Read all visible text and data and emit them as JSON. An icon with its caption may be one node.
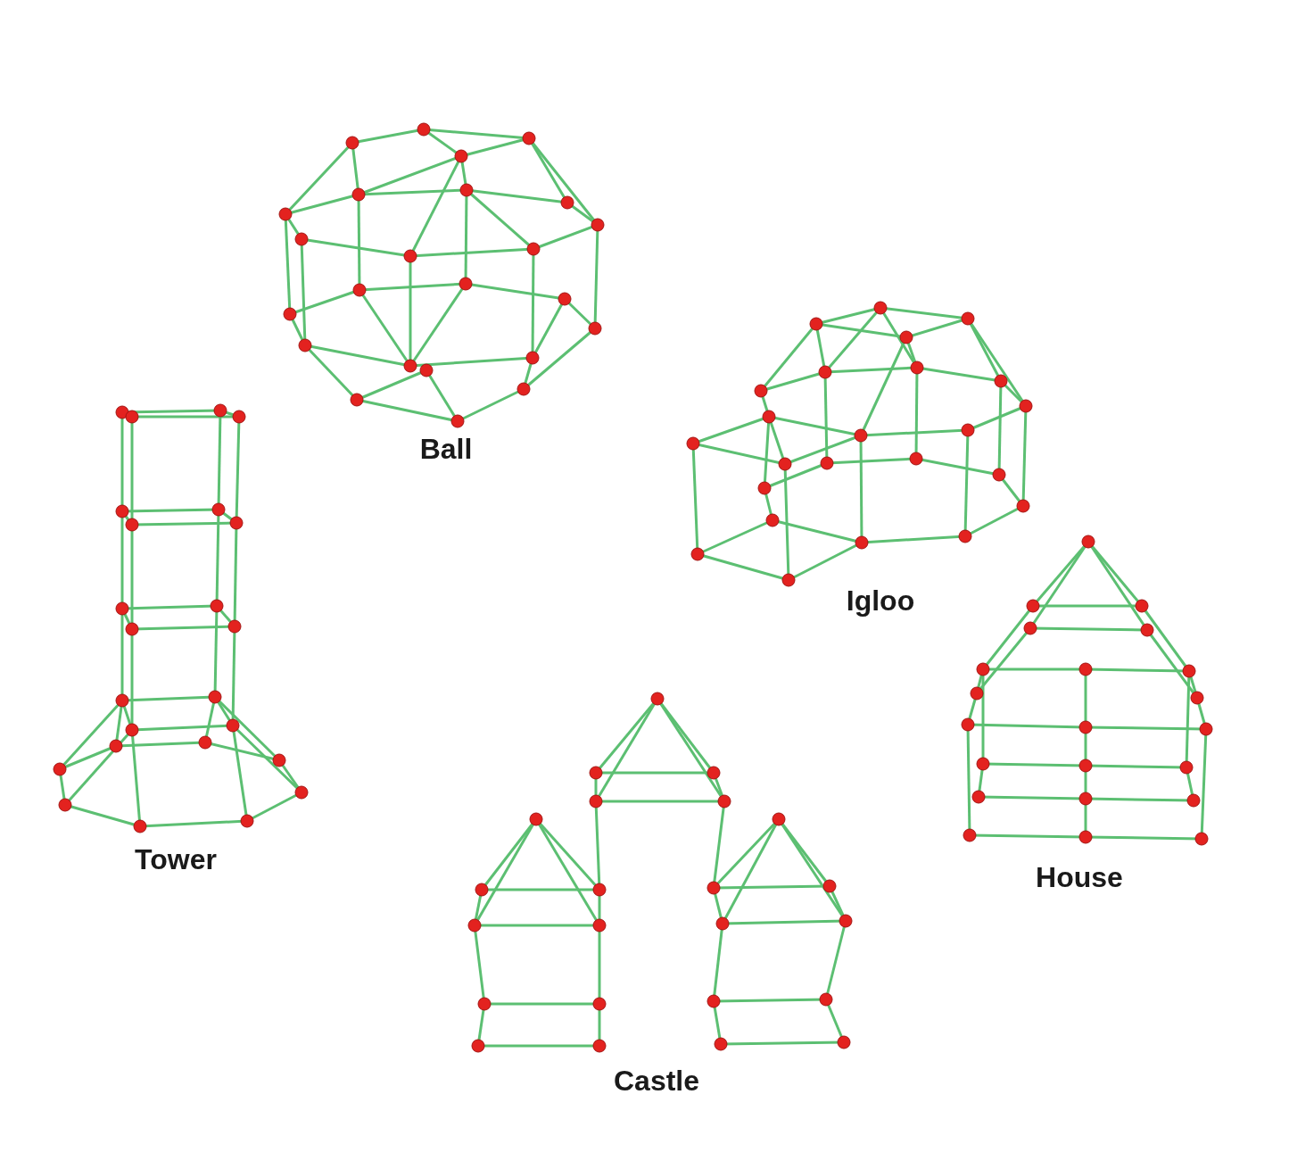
{
  "diagram": {
    "labels": [
      "Ball",
      "Igloo",
      "Tower",
      "House",
      "Castle"
    ]
  }
}
